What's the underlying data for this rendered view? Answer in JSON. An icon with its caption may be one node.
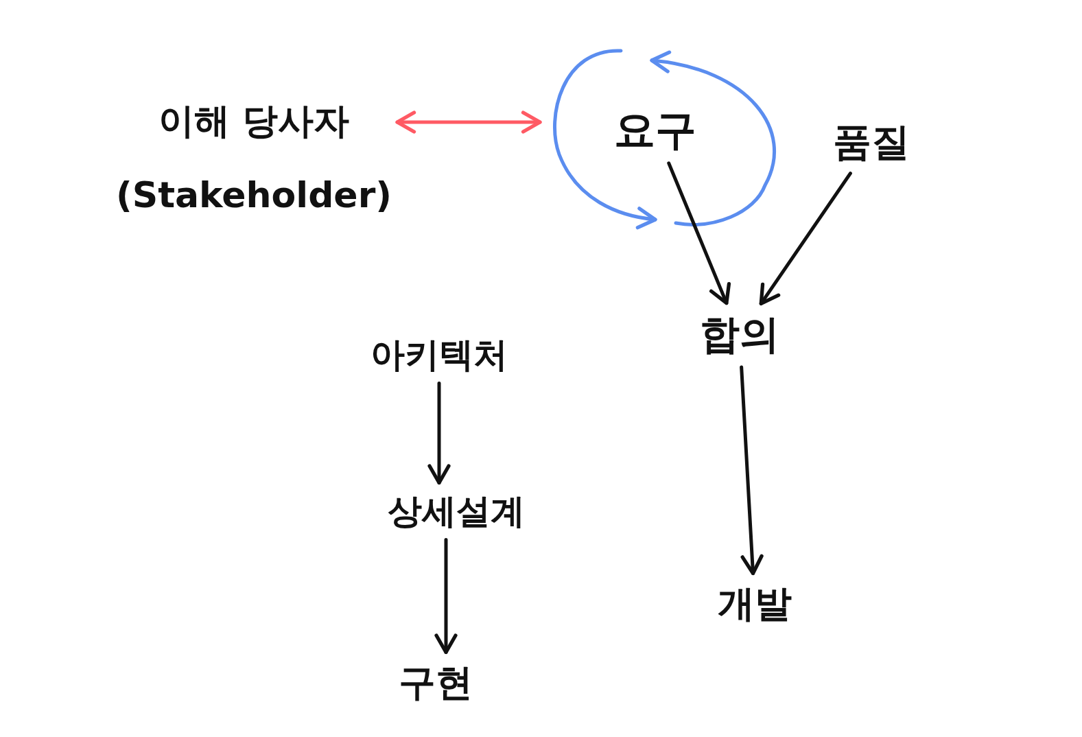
{
  "diagram": {
    "nodes": [
      {
        "text": [
          "이해 당사자",
          "(Stakeholder)"
        ]
      },
      {
        "text": [
          "요구"
        ]
      },
      {
        "text": [
          "품질"
        ]
      },
      {
        "text": [
          "합의"
        ]
      },
      {
        "text": [
          "개발"
        ]
      },
      {
        "text": [
          "아키텍처"
        ]
      },
      {
        "text": [
          "상세설계"
        ]
      },
      {
        "text": [
          "구현"
        ]
      }
    ],
    "edges": [
      {
        "from": 0,
        "to": 1,
        "arrow": "both",
        "color": "#ff5a64"
      },
      {
        "from": 1,
        "to": 1,
        "arrow": "to",
        "color": "#5b8def"
      },
      {
        "from": 1,
        "to": 1,
        "arrow": "to",
        "color": "#5b8def"
      },
      {
        "from": 1,
        "to": 3,
        "arrow": "to"
      },
      {
        "from": 2,
        "to": 3,
        "arrow": "to"
      },
      {
        "from": 3,
        "to": 4,
        "arrow": "to"
      },
      {
        "from": 5,
        "to": 6,
        "arrow": "to"
      },
      {
        "from": 6,
        "to": 7,
        "arrow": "to"
      }
    ]
  }
}
